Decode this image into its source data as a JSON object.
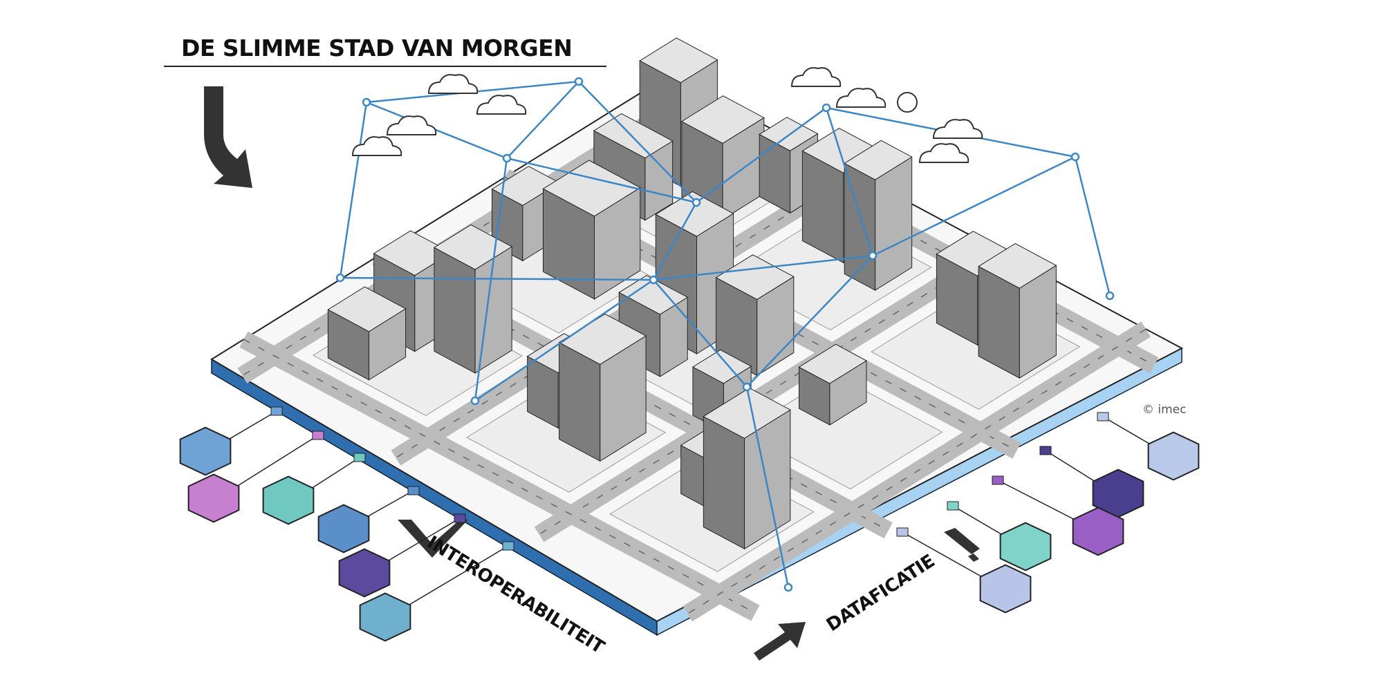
{
  "title": "DE SLIMME STAD VAN MORGEN",
  "labels": {
    "left_edge": "INTEROPERABILITEIT",
    "right_edge": "DATAFICATIE"
  },
  "credit": "© imec",
  "colors": {
    "network": "#3d86c6",
    "left_edge": "#2f6fb0",
    "right_edge": "#a8d2f2",
    "building": "#9a9a9a",
    "ground": "#ededed"
  },
  "left_hexagons": [
    {
      "icon": "weather-cloud-icon",
      "color": "#6fa3d6"
    },
    {
      "icon": "streetlight-icon",
      "color": "#c77fd0"
    },
    {
      "icon": "parking-meter-icon",
      "color": "#6fc9c0"
    },
    {
      "icon": "flood-water-icon",
      "color": "#5a8fc9"
    },
    {
      "icon": "cars-traffic-icon",
      "color": "#5b4a9e"
    },
    {
      "icon": "sensor-device-icon",
      "color": "#6fb0cf"
    }
  ],
  "right_hexagons": [
    {
      "icon": "delivery-van-icon",
      "color": "#b8c9ea"
    },
    {
      "icon": "pollution-icon",
      "color": "#4a3f8f"
    },
    {
      "icon": "truck-icon",
      "color": "#9a5fc4"
    },
    {
      "icon": "cyclist-icon",
      "color": "#7fd3c8"
    },
    {
      "icon": "pedestrians-icon",
      "color": "#b8c4e8"
    }
  ]
}
